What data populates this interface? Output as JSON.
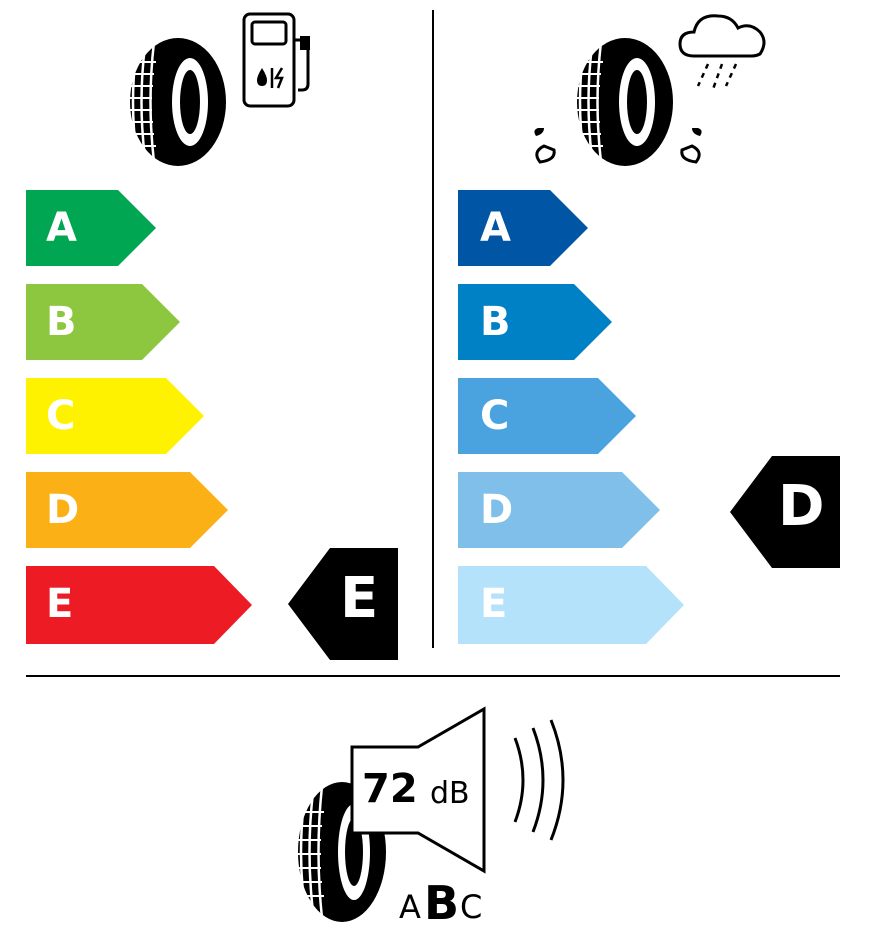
{
  "fuel_efficiency": {
    "classes": [
      {
        "letter": "A",
        "color": "#00a651"
      },
      {
        "letter": "B",
        "color": "#8dc63f"
      },
      {
        "letter": "C",
        "color": "#fff200"
      },
      {
        "letter": "D",
        "color": "#fbb116"
      },
      {
        "letter": "E",
        "color": "#ed1c24"
      }
    ],
    "rating": "E",
    "icon": "fuel-pump-icon"
  },
  "wet_grip": {
    "classes": [
      {
        "letter": "A",
        "color": "#0055a5"
      },
      {
        "letter": "B",
        "color": "#0081c6"
      },
      {
        "letter": "C",
        "color": "#4aa3df"
      },
      {
        "letter": "D",
        "color": "#7fbfe9"
      },
      {
        "letter": "E",
        "color": "#b3e2fa"
      }
    ],
    "rating": "D",
    "icon": "rain-cloud-icon"
  },
  "noise": {
    "value": "72",
    "unit": "dB",
    "class_low": "A",
    "class_current": "B",
    "class_high": "C",
    "icon": "speaker-icon"
  }
}
